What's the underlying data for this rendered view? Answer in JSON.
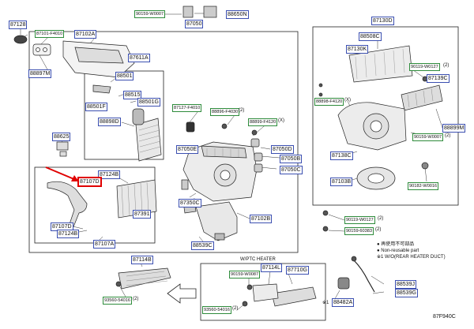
{
  "labels": {
    "p87128": "87128",
    "p87101_f4010": "87101-F4010",
    "p87102a": "87102A",
    "p88897m": "88897M",
    "p87611a": "87611A",
    "p88501": "88501",
    "p88515": "88515",
    "p88501g": "88501G",
    "p88501f": "88501F",
    "p88898d": "88898D",
    "p88625": "88625",
    "p90159_w0007a": "90159-W0007",
    "p87050": "87050",
    "p88650n": "88650N",
    "p87127_f4010": "87127-F4010",
    "p88896_f4030": "88896-F4030",
    "p88899_f4120": "88899-F4120",
    "p87050e": "87050E",
    "p87050d": "87050D",
    "p87050b": "87050B",
    "p87050c": "87050C",
    "p87124b": "87124B",
    "p87107d_top": "87107D",
    "p87107d_bot": "87107D",
    "p87124b_bot": "87124B",
    "p87391": "87391",
    "p87107a": "87107A",
    "p87350c": "87350C",
    "p88539c": "88539C",
    "p87102b": "87102B",
    "p87130d": "87130D",
    "p88508c": "88508C",
    "p87130k": "87130K",
    "p90119_w0127a": "90119-W0127",
    "p87139c": "87139C",
    "p88898_f4120": "88898-F4120",
    "p88899m": "88899M",
    "p90159_w0007b": "90159-W0007",
    "p87138c": "87138C",
    "p87103b": "87103B",
    "p90182_w0016": "90182-W0016",
    "p90119_w0127b": "90119-W0127",
    "p90159_60383": "90159-60383",
    "p87114b": "87114B",
    "p90159_w0087": "90159-W0087",
    "p87114l": "87114L",
    "p87710g": "87710G",
    "p93560_54016a": "93560-54016",
    "p93560_54016b": "93560-54016",
    "p88539j": "88539J",
    "p88539g": "88539G",
    "p88482a": "88482A"
  },
  "qty": {
    "q88896": "(2)",
    "q88899x": "(X)",
    "q88898x": "(X)",
    "q90119a": "(2)",
    "q90159b": "(2)",
    "q90119b": "(2)",
    "q90159_60383": "(2)",
    "q93560a": "(2)",
    "q93560b": "(2)",
    "q88482a": "※1"
  },
  "legend": {
    "line1": "● 再使用不可部品",
    "line2": "● Non-reusable part",
    "line3": "※1 W/O(REAR HEATER DUCT)"
  },
  "notes": {
    "wptc_heater": "W/PTC HEATER"
  },
  "diagram_code": "87F940C",
  "colors": {
    "label_border": "#3b4fb0",
    "qty_border": "#2e8b3b",
    "highlight": "#e00000",
    "line": "#222222"
  }
}
